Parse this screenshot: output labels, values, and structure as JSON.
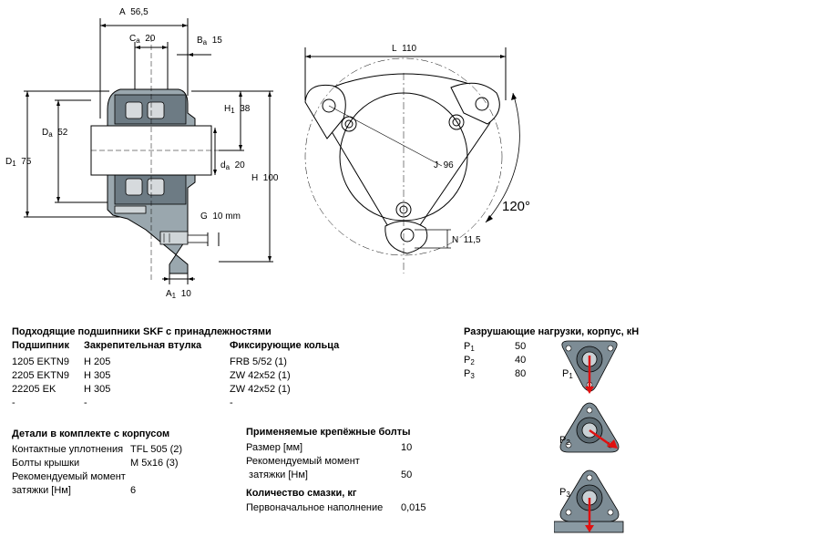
{
  "drawing": {
    "dims": {
      "A": {
        "label": "A",
        "value": "56,5"
      },
      "Ca": {
        "label": "C",
        "sub": "a",
        "value": "20"
      },
      "Ba": {
        "label": "B",
        "sub": "a",
        "value": "15"
      },
      "H1": {
        "label": "H",
        "sub": "1",
        "value": "38"
      },
      "Da": {
        "label": "D",
        "sub": "a",
        "value": "52"
      },
      "D1": {
        "label": "D",
        "sub": "1",
        "value": "75"
      },
      "da": {
        "label": "d",
        "sub": "a",
        "value": "20"
      },
      "H": {
        "label": "H",
        "value": "100"
      },
      "G": {
        "label": "G",
        "value": "10 mm"
      },
      "A1": {
        "label": "A",
        "sub": "1",
        "value": "10"
      },
      "L": {
        "label": "L",
        "value": "110"
      },
      "J": {
        "label": "J",
        "value": "96"
      },
      "N": {
        "label": "N",
        "value": "11,5"
      },
      "angle": {
        "value": "120°"
      }
    }
  },
  "bearings": {
    "title": "Подходящие подшипники SKF с принадлежностями",
    "columns": [
      "Подшипник",
      "Закрепительная втулка",
      "Фиксирующие кольца"
    ],
    "rows": [
      [
        "1205 EKTN9",
        "H 205",
        "FRB 5/52  (1)"
      ],
      [
        "2205 EKTN9",
        "H 305",
        "ZW 42x52  (1)"
      ],
      [
        "22205 EK",
        "H 305",
        "ZW 42x52  (1)"
      ],
      [
        "-",
        "-",
        "-"
      ]
    ]
  },
  "kit": {
    "title": "Детали в комплекте с корпусом",
    "rows": [
      {
        "label": "Контактные уплотнения",
        "value": "TFL 505  (2)"
      },
      {
        "label": "Болты крышки",
        "value": "M 5x16  (3)"
      },
      {
        "label": "Рекомендуемый момент",
        "value": ""
      },
      {
        "label": "затяжки [Нм]",
        "value": "6"
      }
    ]
  },
  "bolts": {
    "title": "Применяемые крепёжные болты",
    "rows": [
      {
        "label": "Размер [мм]",
        "value": "10"
      },
      {
        "label": "Рекомендуемый момент",
        "value": ""
      },
      {
        "label": " затяжки [Нм]",
        "value": "50"
      }
    ]
  },
  "grease": {
    "title": "Количество смазки, кг",
    "rows": [
      {
        "label": "Первоначальное наполнение",
        "value": "0,015"
      }
    ]
  },
  "loads": {
    "title": "Разрушающие нагрузки, корпус, кН",
    "rows": [
      {
        "label": "P",
        "sub": "1",
        "value": "50"
      },
      {
        "label": "P",
        "sub": "2",
        "value": "40"
      },
      {
        "label": "P",
        "sub": "3",
        "value": "80"
      }
    ],
    "icons": [
      {
        "label": "P",
        "sub": "1"
      },
      {
        "label": "P",
        "sub": "2"
      },
      {
        "label": "P",
        "sub": "3"
      }
    ],
    "colors": {
      "housing": "#7d8c95",
      "arrow": "#e01010",
      "base": "#8a9aa3"
    }
  }
}
